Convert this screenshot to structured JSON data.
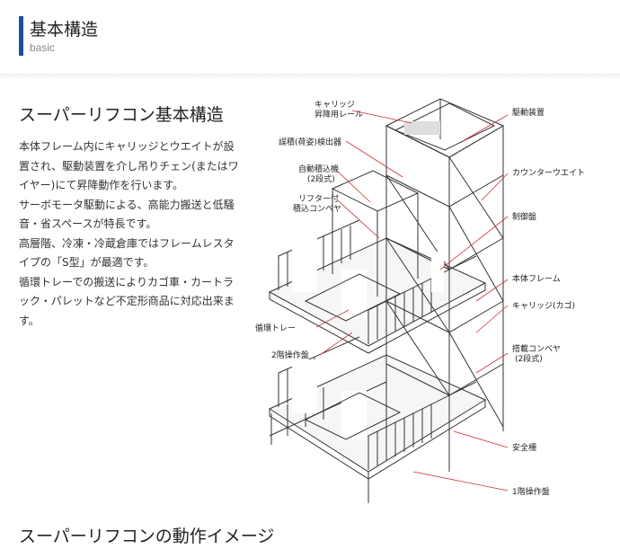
{
  "header": {
    "title": "基本構造",
    "subtitle": "basic"
  },
  "section1": {
    "title": "スーパーリフコン基本構造",
    "paragraphs": [
      "本体フレーム内にキャリッジとウエイトが設置され、駆動装置を介し吊りチェン(またはワイヤー)にて昇降動作を行います。",
      "サーボモータ駆動による、高能力搬送と低騒音・省スペースが特長です。",
      "高層階、冷凍・冷蔵倉庫ではフレームレスタイプの「S型」が最適です。",
      "循環トレーでの搬送によりカゴ車・カートラック・パレットなど不定形商品に対応出来ます。"
    ]
  },
  "diagram": {
    "labels": {
      "carriage_rail_1": "キャリッジ",
      "carriage_rail_2": "昇降用レール",
      "load_detector": "誤積(荷姿)検出器",
      "auto_loader_1": "自動積込機",
      "auto_loader_2": "(2段式)",
      "lifter_conveyor_1": "リフター付",
      "lifter_conveyor_2": "積込コンベヤ",
      "circulation_tray": "循環トレー",
      "panel_2f": "2階操作盤",
      "drive_unit": "駆動装置",
      "counterweight": "カウンターウエイト",
      "control_panel": "制御盤",
      "main_frame": "本体フレーム",
      "carriage_cage": "キャリッジ(カゴ)",
      "onboard_conveyor_1": "搭載コンベヤ",
      "onboard_conveyor_2": "(2段式)",
      "safety_fence": "安全柵",
      "panel_1f": "1階操作盤"
    },
    "leader_color": "#d0303a"
  },
  "section2": {
    "title": "スーパーリフコンの動作イメージ"
  }
}
